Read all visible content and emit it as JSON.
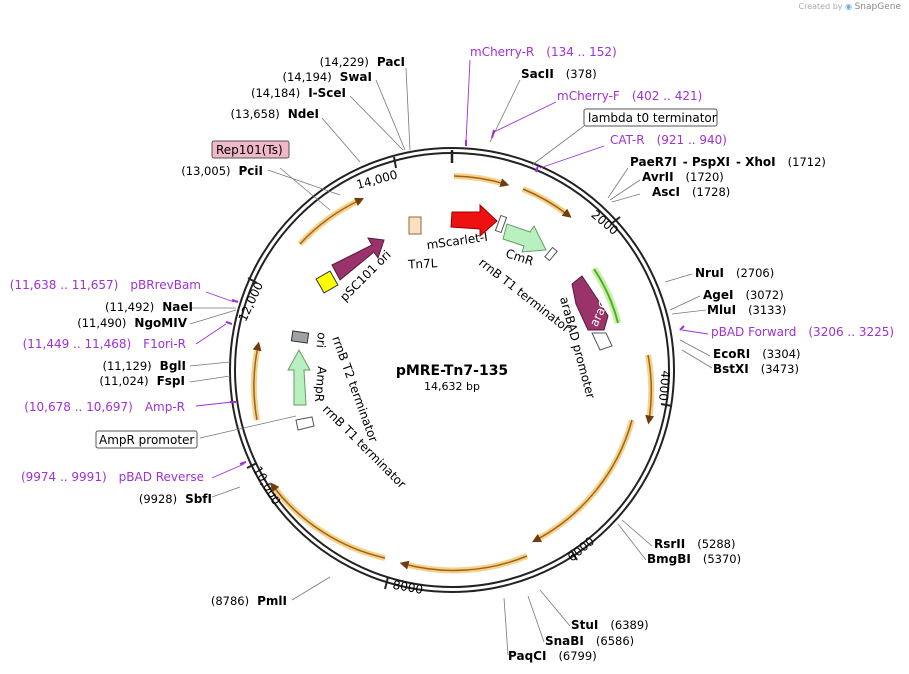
{
  "credit": {
    "prefix": "Created by",
    "brand": "SnapGene"
  },
  "plasmid": {
    "name": "pMRE-Tn7-135",
    "size": "14,632 bp"
  },
  "enzymes_left": [
    {
      "name": "PacI",
      "pos": "(14,229)"
    },
    {
      "name": "SwaI",
      "pos": "(14,194)"
    },
    {
      "name": "I-SceI",
      "pos": "(14,184)"
    },
    {
      "name": "NdeI",
      "pos": "(13,658)"
    },
    {
      "name": "PciI",
      "pos": "(13,005)"
    },
    {
      "name": "NaeI",
      "pos": "(11,492)"
    },
    {
      "name": "NgoMIV",
      "pos": "(11,490)"
    },
    {
      "name": "BglI",
      "pos": "(11,129)"
    },
    {
      "name": "FspI",
      "pos": "(11,024)"
    },
    {
      "name": "SbfI",
      "pos": "(9928)"
    },
    {
      "name": "PmlI",
      "pos": "(8786)"
    }
  ],
  "enzymes_right": [
    {
      "name": "SacII",
      "pos": "(378)"
    },
    {
      "name": "PaeR7I",
      "pos": ""
    },
    {
      "name": "- PspXI",
      "pos": ""
    },
    {
      "name": "- XhoI",
      "pos": "(1712)"
    },
    {
      "name": "AvrII",
      "pos": "(1720)"
    },
    {
      "name": "AscI",
      "pos": "(1728)"
    },
    {
      "name": "NruI",
      "pos": "(2706)"
    },
    {
      "name": "AgeI",
      "pos": "(3072)"
    },
    {
      "name": "MluI",
      "pos": "(3133)"
    },
    {
      "name": "EcoRI",
      "pos": "(3304)"
    },
    {
      "name": "BstXI",
      "pos": "(3473)"
    },
    {
      "name": "RsrII",
      "pos": "(5288)"
    },
    {
      "name": "BmgBI",
      "pos": "(5370)"
    },
    {
      "name": "StuI",
      "pos": "(6389)"
    },
    {
      "name": "SnaBI",
      "pos": "(6586)"
    },
    {
      "name": "PaqCI",
      "pos": "(6799)"
    }
  ],
  "primers": [
    {
      "name": "mCherry-R",
      "range": "(134 .. 152)"
    },
    {
      "name": "mCherry-F",
      "range": "(402 .. 421)"
    },
    {
      "name": "CAT-R",
      "range": "(921 .. 940)"
    },
    {
      "name": "pBAD Forward",
      "range": "(3206 .. 3225)"
    },
    {
      "name": "pBRrevBam",
      "range": "(11,638 .. 11,657)"
    },
    {
      "name": "F1ori-R",
      "range": "(11,449 .. 11,468)"
    },
    {
      "name": "Amp-R",
      "range": "(10,678 .. 10,697)"
    },
    {
      "name": "pBAD Reverse",
      "range": "(9974 .. 9991)"
    }
  ],
  "boxed_labels": {
    "lambda": "lambda t0 terminator",
    "rep101": "Rep101(Ts)",
    "ampr_promoter": "AmpR promoter"
  },
  "ticks": [
    "2000",
    "4000",
    "6000",
    "8000",
    "10,000",
    "12,000",
    "14,000"
  ],
  "features": {
    "mscarlet": "mScarlet-I",
    "cmr": "CmR",
    "tn7l": "Tn7L",
    "rrnb1": "rrnB T1 terminator",
    "arac": "araC",
    "arabad": "araBAD promoter",
    "psc101": "pSC101 ori",
    "ori": "ori",
    "rrnb2": "rrnB T2 terminator",
    "ampr": "AmpR",
    "rrnb1b": "rrnB T1 terminator"
  },
  "colors": {
    "primer": "#a030d8",
    "orf": "#f0a030",
    "red": "#ee1111",
    "green": "#b8f0c0",
    "maroon": "#99336a",
    "yellow": "#ffff00",
    "lime": "#55cc22"
  }
}
